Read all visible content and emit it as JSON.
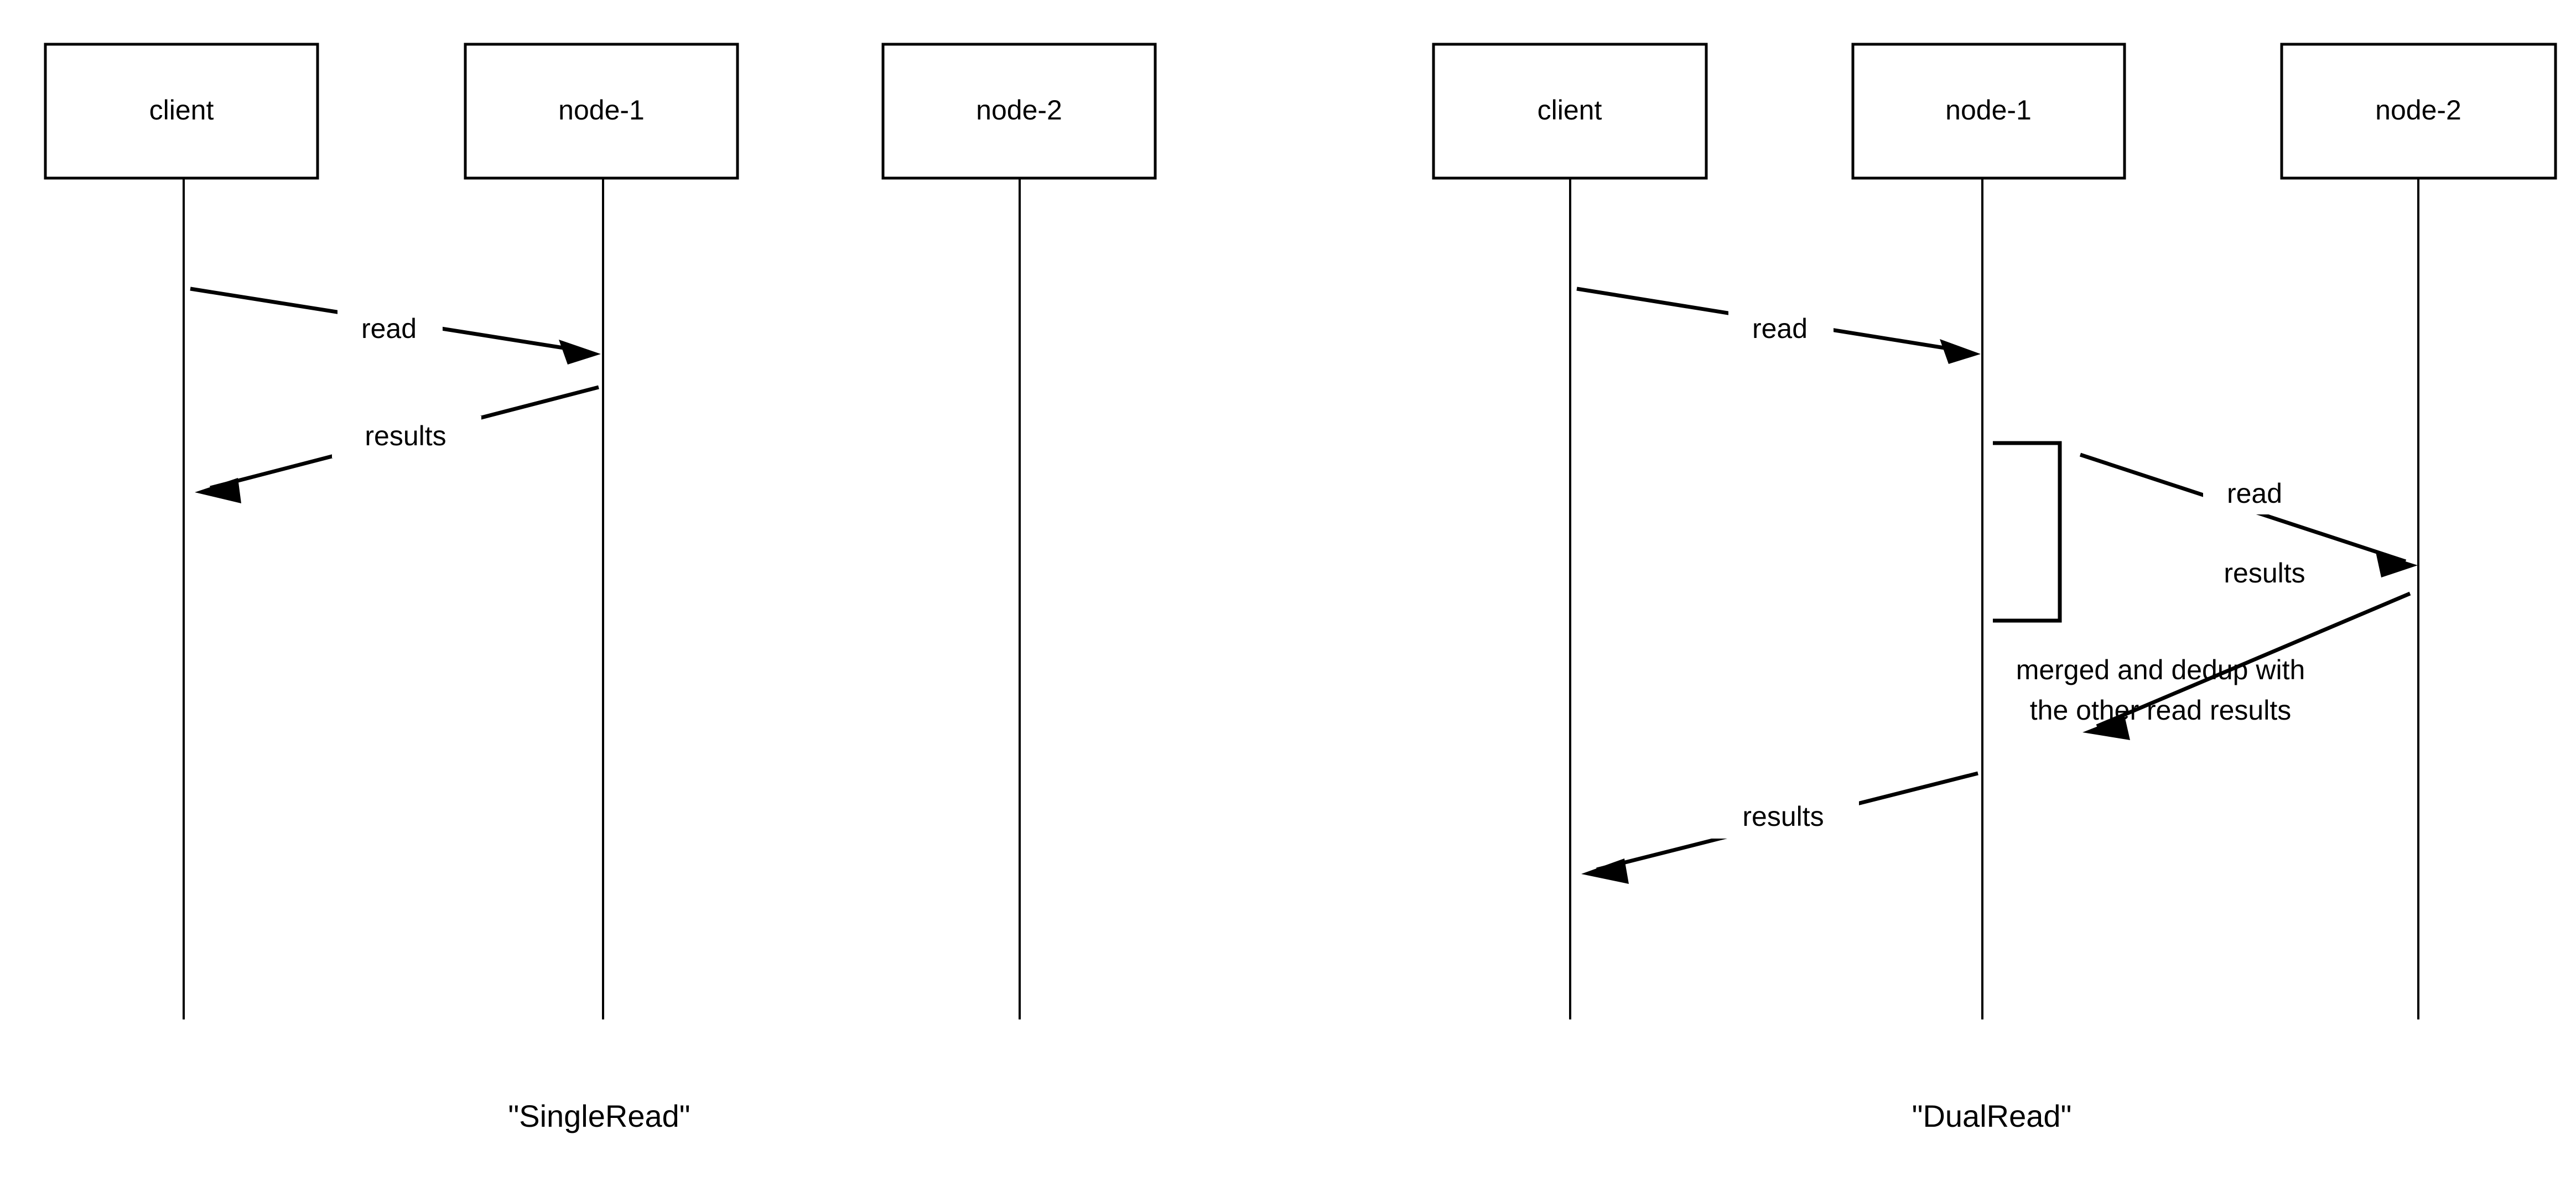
{
  "diagrams": [
    {
      "caption": "\"SingleRead\"",
      "participants": [
        {
          "label": "client"
        },
        {
          "label": "node-1"
        },
        {
          "label": "node-2"
        }
      ],
      "messages": [
        {
          "label": "read",
          "from": "client",
          "to": "node-1",
          "direction": "right"
        },
        {
          "label": "results",
          "from": "node-1",
          "to": "client",
          "direction": "left"
        }
      ],
      "notes": []
    },
    {
      "caption": "\"DualRead\"",
      "participants": [
        {
          "label": "client"
        },
        {
          "label": "node-1"
        },
        {
          "label": "node-2"
        }
      ],
      "messages": [
        {
          "label": "read",
          "from": "client",
          "to": "node-1",
          "direction": "right"
        },
        {
          "label": "read",
          "from": "node-1",
          "to": "node-2",
          "direction": "right"
        },
        {
          "label": "results",
          "from": "node-2",
          "to": "node-1",
          "direction": "left"
        },
        {
          "label": "results",
          "from": "node-1",
          "to": "client",
          "direction": "left"
        }
      ],
      "notes": [
        {
          "line1": "merged and dedup with",
          "line2": "the other read results"
        }
      ]
    }
  ],
  "colors": {
    "stroke": "#000000",
    "background": "#ffffff",
    "text": "#000000"
  }
}
